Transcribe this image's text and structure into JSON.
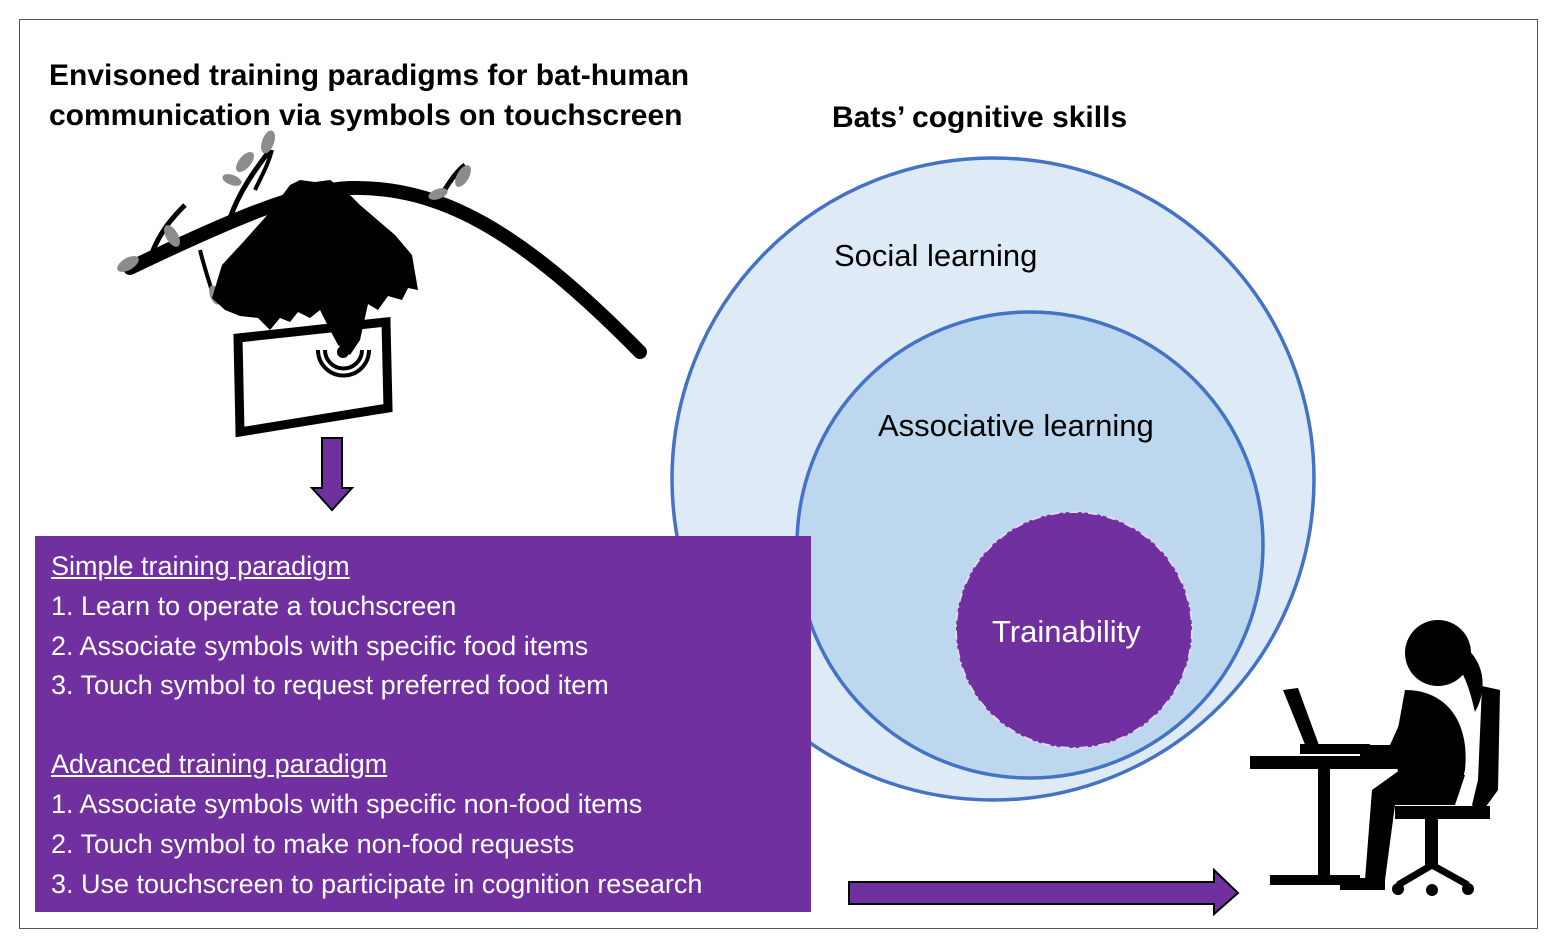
{
  "titles": {
    "left_line1": "Envisoned training paradigms for bat-human",
    "left_line2": "communication via symbols on touchscreen",
    "right": "Bats’ cognitive skills"
  },
  "paradigms": {
    "simple": {
      "heading": "Simple training paradigm",
      "steps": [
        "1. Learn to operate a touchscreen",
        "2. Associate symbols with specific food items",
        "3. Touch symbol to request preferred food item"
      ]
    },
    "advanced": {
      "heading": "Advanced training paradigm",
      "steps": [
        "1. Associate symbols with specific non-food items",
        "2. Touch symbol to make non-food requests",
        "3. Use touchscreen to participate in cognition research"
      ]
    }
  },
  "skills": {
    "outer": "Social learning",
    "middle": "Associative learning",
    "inner": "Trainability"
  },
  "colors": {
    "purple": "#7030a0",
    "outer_fill": "#deebf7",
    "middle_fill": "#bdd7ee",
    "circle_stroke": "#4472c4"
  },
  "icons": [
    "bat-on-branch-icon",
    "touchscreen-icon",
    "down-arrow-icon",
    "right-arrow-icon",
    "person-at-laptop-icon"
  ]
}
